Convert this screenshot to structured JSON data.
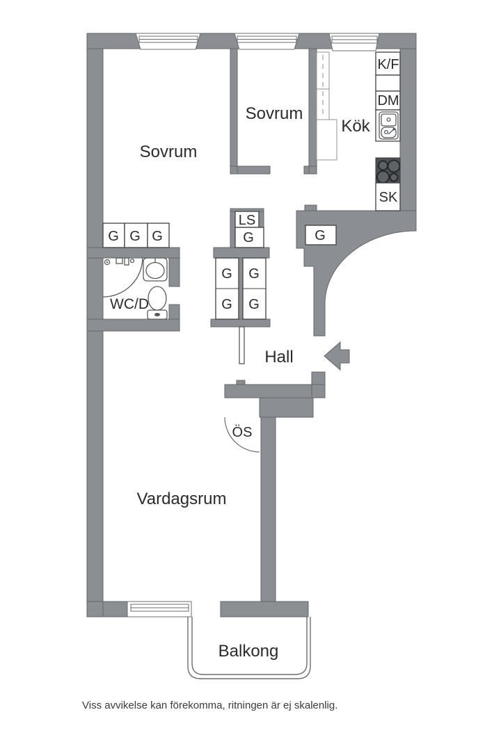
{
  "labels": {
    "bedroom": "Sovrum",
    "kitchen": "Kök",
    "hall": "Hall",
    "living_room": "Vardagsrum",
    "balcony": "Balkong",
    "bathroom": "WC/D",
    "wardrobe": "G",
    "linen_cabinet": "LS",
    "fireplace": "ÖS",
    "fridge_freezer": "K/F",
    "dishwasher": "DM",
    "cabinet": "SK"
  },
  "footer": {
    "disclaimer": "Viss avvikelse kan förekomma, ritningen är ej skalenlig."
  },
  "colors": {
    "wall_fill": "#8b8e92",
    "wall_outline": "#63666a",
    "cabinet_border": "#3f4042",
    "fixture_outline": "#55585b",
    "stove_fill": "#4e5154",
    "text": "#2b2b2b"
  }
}
